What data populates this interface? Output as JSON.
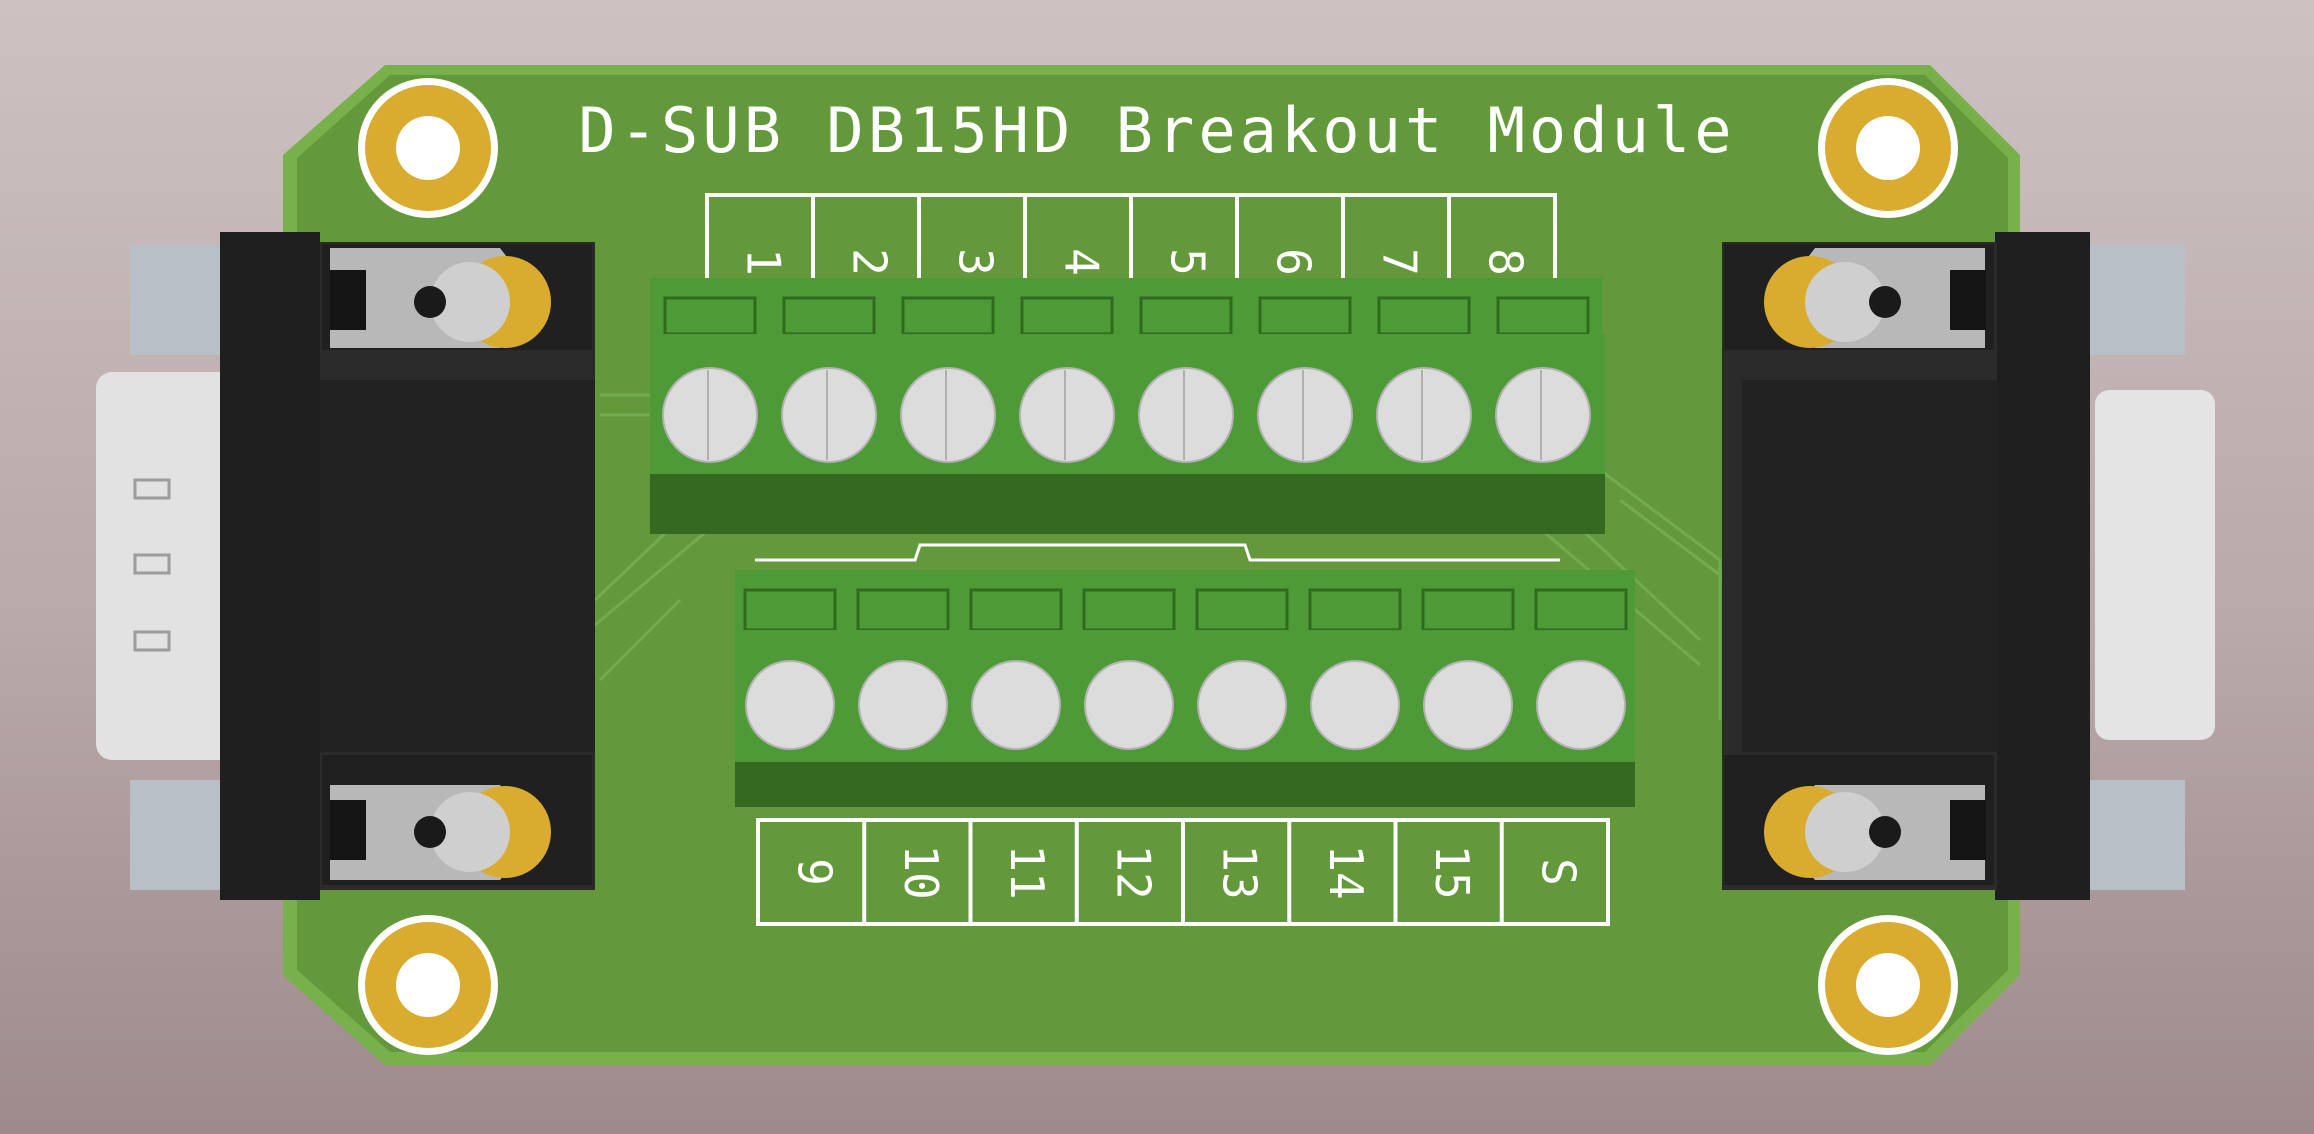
{
  "board": {
    "title": "D-SUB DB15HD Breakout Module",
    "colors": {
      "pcb": "#63993b",
      "pcb_edge": "#78b14c",
      "terminal_block": "#4d9a36",
      "screw": "#dcdcdc",
      "connector_shell": "#2a2a2a",
      "connector_metal": "#c9c9c9",
      "pad_gold": "#d9ac2f",
      "silkscreen": "#ffffff"
    }
  },
  "top_terminals": {
    "labels": [
      "1",
      "2",
      "3",
      "4",
      "5",
      "6",
      "7",
      "8"
    ]
  },
  "bottom_terminals": {
    "labels": [
      "9",
      "10",
      "11",
      "12",
      "13",
      "14",
      "15",
      "S"
    ]
  },
  "connectors": {
    "left": "db15hd-male-connector",
    "right": "db15hd-female-connector"
  }
}
